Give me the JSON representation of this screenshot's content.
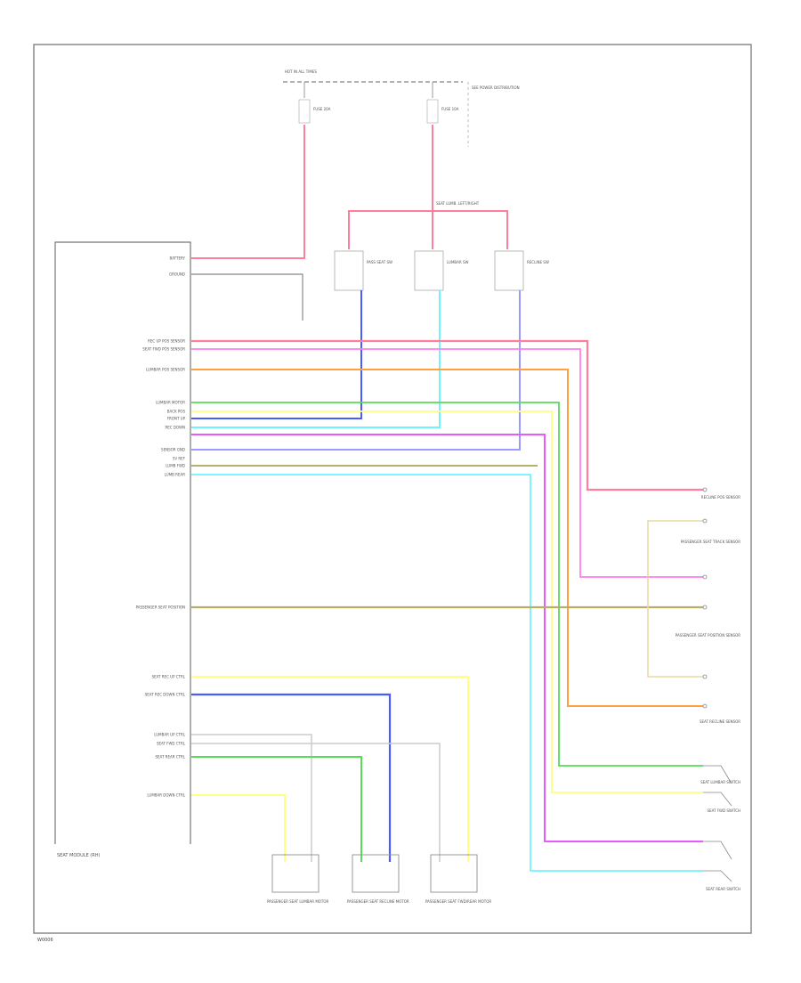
{
  "footer_code": "W0006",
  "colors": {
    "frame": "#8a8a8a",
    "red": "#ff7f9a",
    "magenta": "#e85aff",
    "pink": "#ff7ff0",
    "orange": "#ff9f40",
    "green": "#55dd55",
    "blue": "#4a5cff",
    "cyan": "#6ff4ff",
    "olive": "#b6ae6a",
    "yellow": "#ffff80",
    "gray": "#cccccc"
  },
  "labels": {
    "fuse_top": "HOT IN ALL TIMES",
    "fuse_note": "SEE POWER DISTRIBUTION",
    "fuse_left": "FUSE 20A",
    "fuse_right": "FUSE 10A",
    "splice": "SEAT LUMB. LEFT/RIGHT",
    "module_label": "SEAT MODULE (RH)",
    "module_left_labels": [
      "BATTERY",
      "GROUND",
      "REC UP POS SENSOR",
      "SEAT FWD POS SENSOR",
      "LUMBAR POS SENSOR",
      "LUMBAR MOTOR",
      "BACK POS",
      "FRONT UP",
      "REC DOWN",
      "SENSOR GND",
      "5V REF",
      "LUMB FWD",
      "LUMB REAR",
      "PASSENGER SEAT POSITION",
      "SEAT REC UP CTRL",
      "SEAT REC DOWN CTRL",
      "LUMBAR UP CTRL",
      "SEAT FWD CTRL",
      "SEAT REAR CTRL",
      "LUMBAR DOWN CTRL"
    ],
    "switch_labels": [
      "PASS SEAT SW",
      "LUMBAR SW",
      "RECLINE SW"
    ],
    "right_labels": [
      "RECLINE POS SENSOR",
      "PASSENGER SEAT TRACK SENSOR",
      "PASSENGER SEAT POSITION SENSOR",
      "SEAT RECLINE SENSOR",
      "SEAT LUMBAR SWITCH",
      "SEAT FWD SWITCH",
      "SEAT REAR SWITCH"
    ],
    "motor_labels": [
      "PASSENGER SEAT LUMBAR MOTOR",
      "PASSENGER SEAT RECLINE MOTOR",
      "PASSENGER SEAT FWD/REAR MOTOR"
    ]
  }
}
